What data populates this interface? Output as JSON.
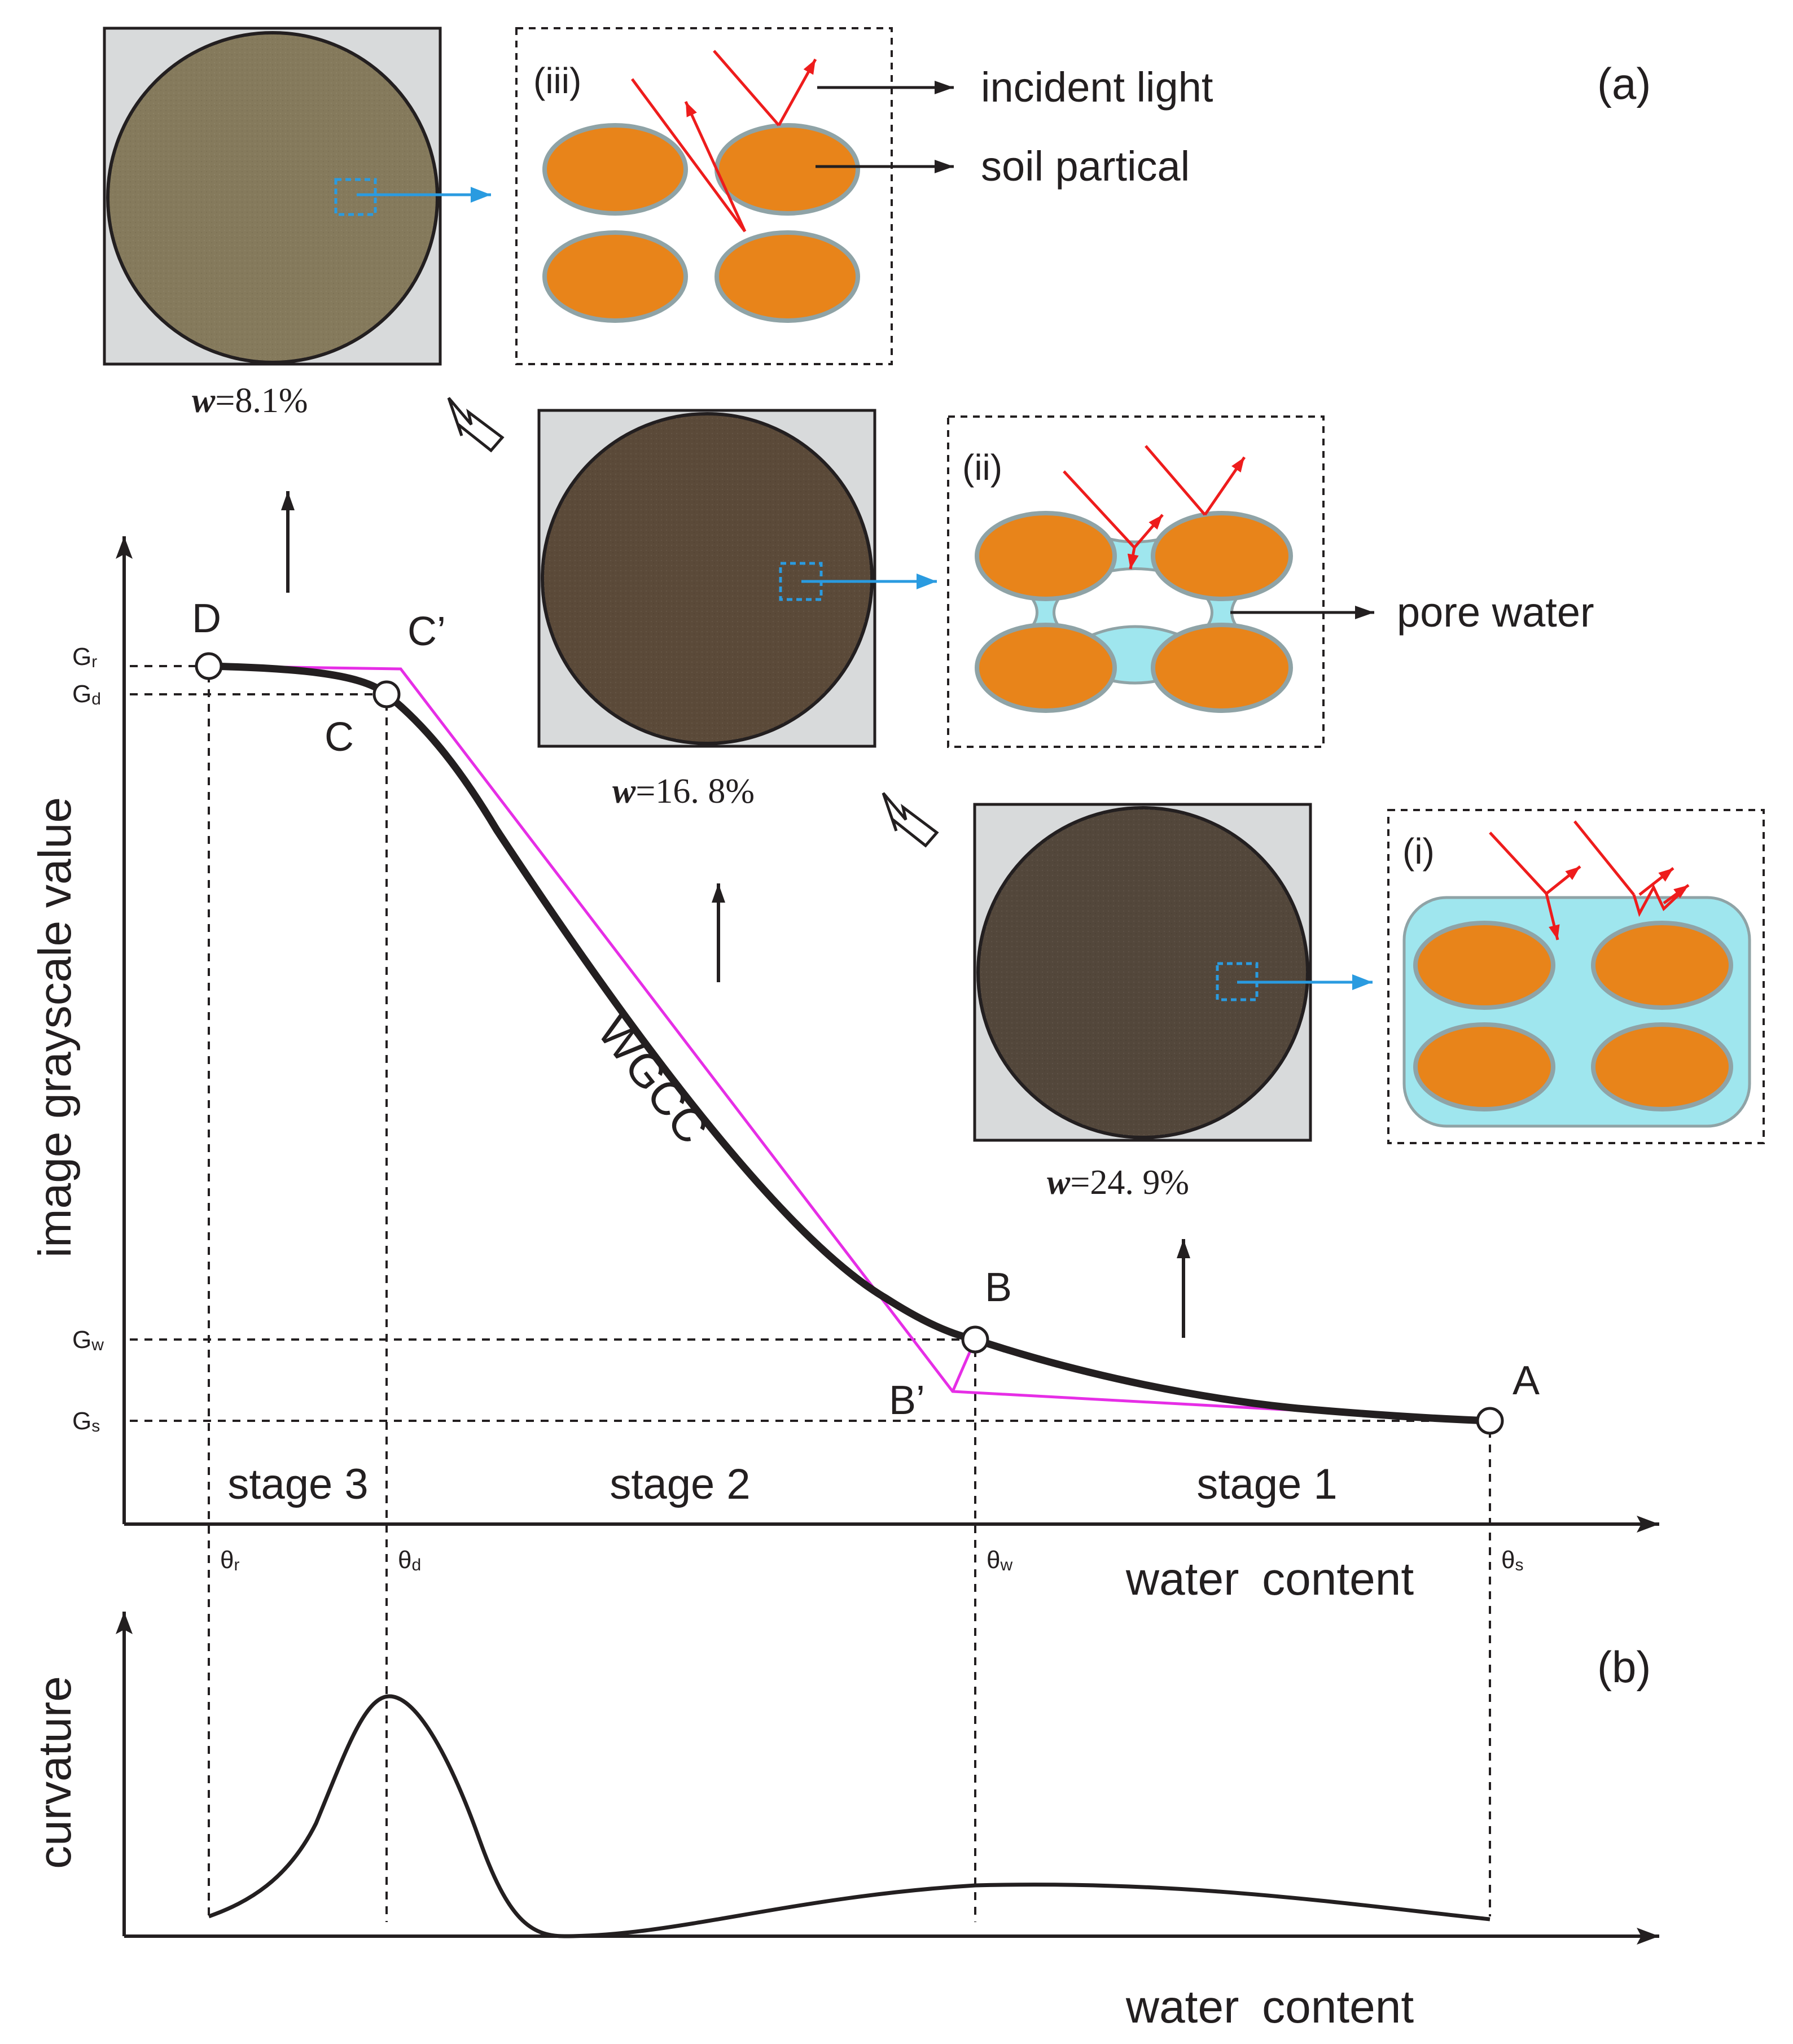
{
  "panel_labels": {
    "a": "(a)",
    "b": "(b)"
  },
  "axes": {
    "top_ylabel": "image grayscale value",
    "top_xlabel": "water content",
    "bottom_ylabel": "curvature",
    "bottom_xlabel": "water content"
  },
  "y_ticks": {
    "gr": "G",
    "gr_sub": "r",
    "gd": "G",
    "gd_sub": "d",
    "gw": "G",
    "gw_sub": "w",
    "gs": "G",
    "gs_sub": "s"
  },
  "x_ticks": {
    "tr": "θ",
    "tr_sub": "r",
    "td": "θ",
    "td_sub": "d",
    "tw": "θ",
    "tw_sub": "w",
    "ts": "θ",
    "ts_sub": "s"
  },
  "points": {
    "D": "D",
    "C": "C",
    "Cp": "C’",
    "B": "B",
    "Bp": "B’",
    "A": "A"
  },
  "curve_label": "WGCC",
  "stages": {
    "s3": "stage 3",
    "s2": "stage 2",
    "s1": "stage 1"
  },
  "samples": [
    {
      "prefix": "w",
      "value": "=8.1%"
    },
    {
      "prefix": "w",
      "value": "=16. 8%"
    },
    {
      "prefix": "w",
      "value": "=24. 9%"
    }
  ],
  "insets": {
    "iii": "(iii)",
    "ii": "(ii)",
    "i": "(i)"
  },
  "annotations": {
    "incident": "incident light",
    "particle": "soil partical",
    "pore": "pore water"
  },
  "colors": {
    "curve": "#231f20",
    "fit": "#e62ee6",
    "particle": "#e8841a",
    "particle_edge": "#8fa3a6",
    "water": "#9fe6ee",
    "light": "#ee1c1c",
    "pointer": "#2a9be0",
    "frame": "#d8dadb",
    "sample_dry": "#857a5c",
    "sample_mid": "#5b4a39",
    "sample_wet": "#53473b"
  }
}
